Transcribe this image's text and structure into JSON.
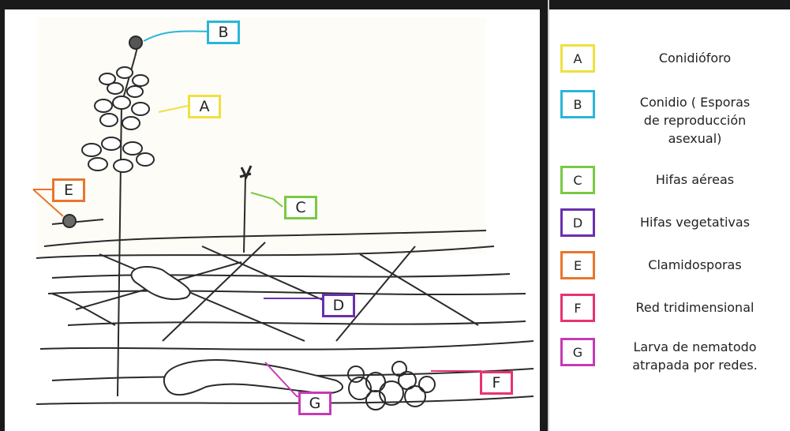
{
  "colors": {
    "A": "#f0e040",
    "B": "#29b6d8",
    "C": "#7ac943",
    "D": "#6a2fb0",
    "E": "#e8762c",
    "F": "#e8336e",
    "G": "#c63bb5",
    "ink": "#2a2a2a",
    "paper": "#fdfcf6"
  },
  "diagram_labels": {
    "A": "A",
    "B": "B",
    "C": "C",
    "D": "D",
    "E": "E",
    "F": "F",
    "G": "G"
  },
  "legend": [
    {
      "key": "A",
      "text": "Conidióforo"
    },
    {
      "key": "B",
      "text": "Conidio ( Esporas\nde reproducción\nasexual)"
    },
    {
      "key": "C",
      "text": "Hifas aéreas"
    },
    {
      "key": "D",
      "text": "Hifas vegetativas"
    },
    {
      "key": "E",
      "text": "Clamidosporas"
    },
    {
      "key": "F",
      "text": "Red tridimensional"
    },
    {
      "key": "G",
      "text": "Larva de nematodo\natrapada por redes."
    }
  ]
}
